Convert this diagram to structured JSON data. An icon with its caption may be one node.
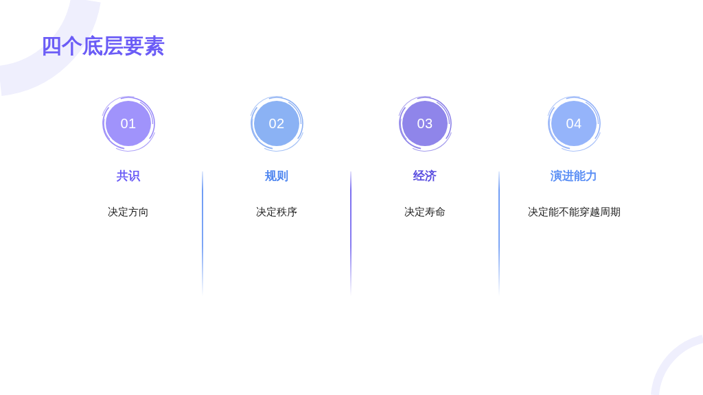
{
  "diagram": {
    "title": "四个底层要素",
    "nodes": [
      {
        "text": [
          "01"
        ],
        "beside": [
          "共识",
          "决定方向"
        ]
      },
      {
        "text": [
          "02"
        ],
        "beside": [
          "规则",
          "决定秩序"
        ]
      },
      {
        "text": [
          "03"
        ],
        "beside": [
          "经济",
          "决定寿命"
        ]
      },
      {
        "text": [
          "04"
        ],
        "beside": [
          "演进能力",
          "决定能不能穿越周期"
        ]
      }
    ]
  }
}
